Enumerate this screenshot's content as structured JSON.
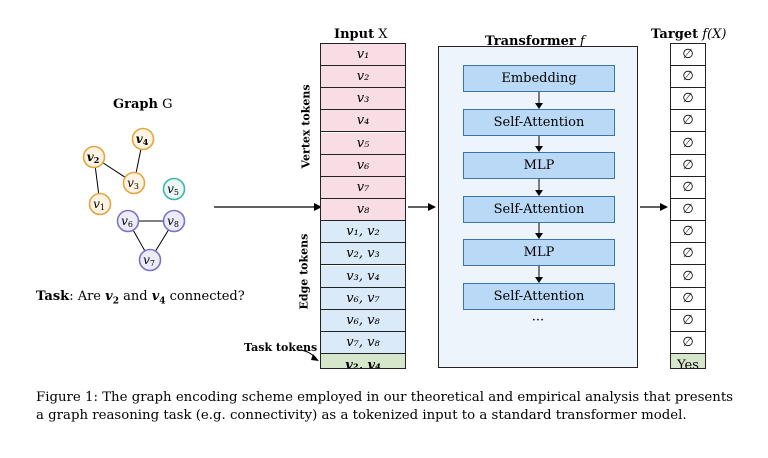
{
  "graph": {
    "title_prefix": "Graph",
    "title_suffix": "G",
    "nodes": [
      {
        "id": "v1",
        "label": "v",
        "sub": "1",
        "color": "#e6a53c",
        "bold": false
      },
      {
        "id": "v2",
        "label": "v",
        "sub": "2",
        "color": "#e6a53c",
        "bold": true
      },
      {
        "id": "v3",
        "label": "v",
        "sub": "3",
        "color": "#e6a53c",
        "bold": false
      },
      {
        "id": "v4",
        "label": "v",
        "sub": "4",
        "color": "#e6a53c",
        "bold": true
      },
      {
        "id": "v5",
        "label": "v",
        "sub": "5",
        "color": "#3cb6a6",
        "bold": false
      },
      {
        "id": "v6",
        "label": "v",
        "sub": "6",
        "color": "#7b72c6",
        "bold": false
      },
      {
        "id": "v7",
        "label": "v",
        "sub": "7",
        "color": "#7b72c6",
        "bold": false
      },
      {
        "id": "v8",
        "label": "v",
        "sub": "8",
        "color": "#7b72c6",
        "bold": false
      }
    ],
    "edges": [
      [
        "v1",
        "v2"
      ],
      [
        "v2",
        "v3"
      ],
      [
        "v3",
        "v4"
      ],
      [
        "v6",
        "v7"
      ],
      [
        "v6",
        "v8"
      ],
      [
        "v7",
        "v8"
      ]
    ],
    "node_fill": "#fdf3e3",
    "node_fill_teal": "#e9f7f4",
    "node_fill_purple": "#ecebf8"
  },
  "task": {
    "bold": "Task",
    "text_before": ": Are ",
    "a": "v",
    "a_sub": "2",
    "middle": " and ",
    "b": "v",
    "b_sub": "4",
    "text_after": " connected?"
  },
  "input": {
    "title_prefix": "Input",
    "title_suffix": "X",
    "vertex_label": "Vertex tokens",
    "edge_label": "Edge tokens",
    "task_label": "Task tokens",
    "vertex_tokens": [
      "v₁",
      "v₂",
      "v₃",
      "v₄",
      "v₅",
      "v₆",
      "v₇",
      "v₈"
    ],
    "edge_tokens": [
      "v₁, v₂",
      "v₂, v₃",
      "v₃, v₄",
      "v₆, v₇",
      "v₆, v₈",
      "v₇, v₈"
    ],
    "task_token": "v₂, v₄",
    "vertex_color": "#f8dde5",
    "edge_color": "#dbeaf8",
    "task_color": "#d5e6cb"
  },
  "transformer": {
    "title_prefix": "Transformer",
    "title_suffix": "f",
    "blocks": [
      "Embedding",
      "Self-Attention",
      "MLP",
      "Self-Attention",
      "MLP",
      "Self-Attention"
    ],
    "ellipsis": "···",
    "panel_color": "#eef4fb"
  },
  "target": {
    "title_prefix": "Target",
    "title_suffix": "f(X)",
    "empty_symbol": "∅",
    "empty_count": 14,
    "answer": "Yes",
    "answer_color": "#d5e6cb"
  },
  "caption": {
    "label": "Figure 1:",
    "text": "The graph encoding scheme employed in our theoretical and empirical analysis that presents a graph reasoning task (e.g.  connectivity) as a tokenized input to a standard transformer model."
  }
}
